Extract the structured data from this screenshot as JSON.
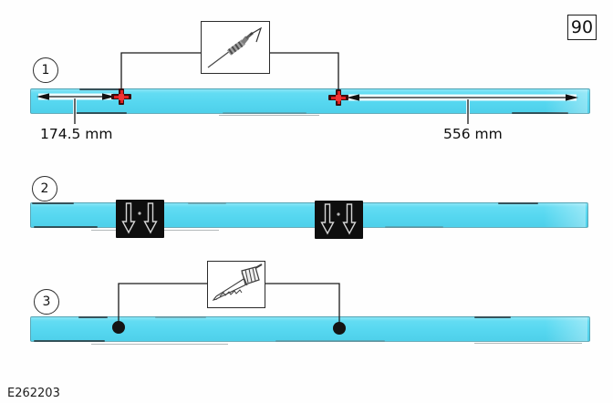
{
  "figure": {
    "number": "90",
    "image_id": "E262203"
  },
  "steps": {
    "step1": {
      "label": "1",
      "dimension_left": "174.5 mm",
      "dimension_right": "556 mm",
      "tool_icon": "scriber-awl",
      "marker_icon": "red-cross-scribe-mark"
    },
    "step2": {
      "label": "2",
      "marker_icon": "press-down-arrows"
    },
    "step3": {
      "label": "3",
      "tool_icon": "drill-bit",
      "marker_icon": "drilled-hole-dot"
    }
  },
  "colors": {
    "panel_fill": "#56d7f0",
    "cross_red": "#e02222",
    "cross_dark": "#3c0d0d",
    "callout_bg": "#0e0e0e",
    "line": "#1a1a1a"
  }
}
